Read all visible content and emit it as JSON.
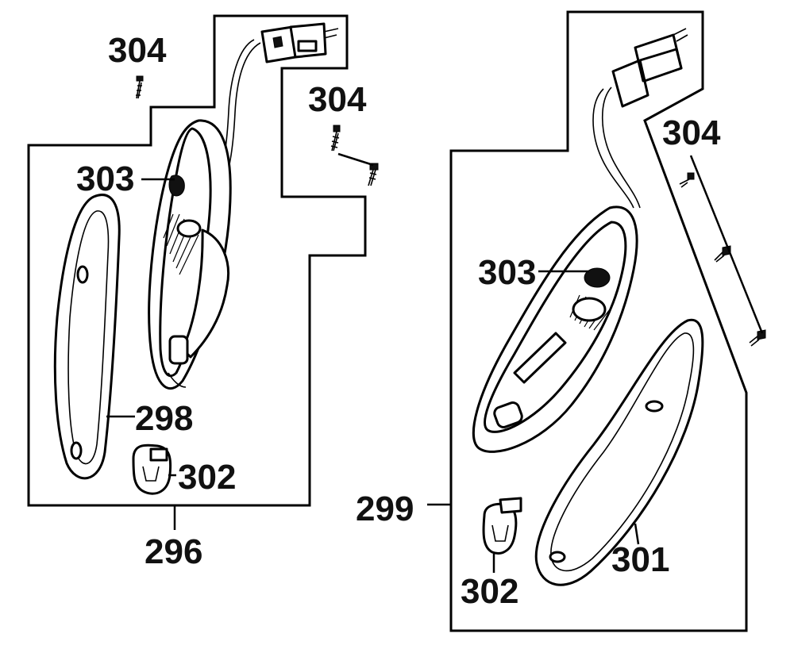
{
  "labels": {
    "left_screw_top": "304",
    "left_screw_right": "304",
    "left_grommet": "303",
    "left_lens": "298",
    "left_bulb": "302",
    "left_assembly": "296",
    "right_screw": "304",
    "right_grommet": "303",
    "right_assembly": "299",
    "right_bulb": "302",
    "right_lens": "301"
  },
  "colors": {
    "line": "#000000",
    "background": "#ffffff"
  }
}
